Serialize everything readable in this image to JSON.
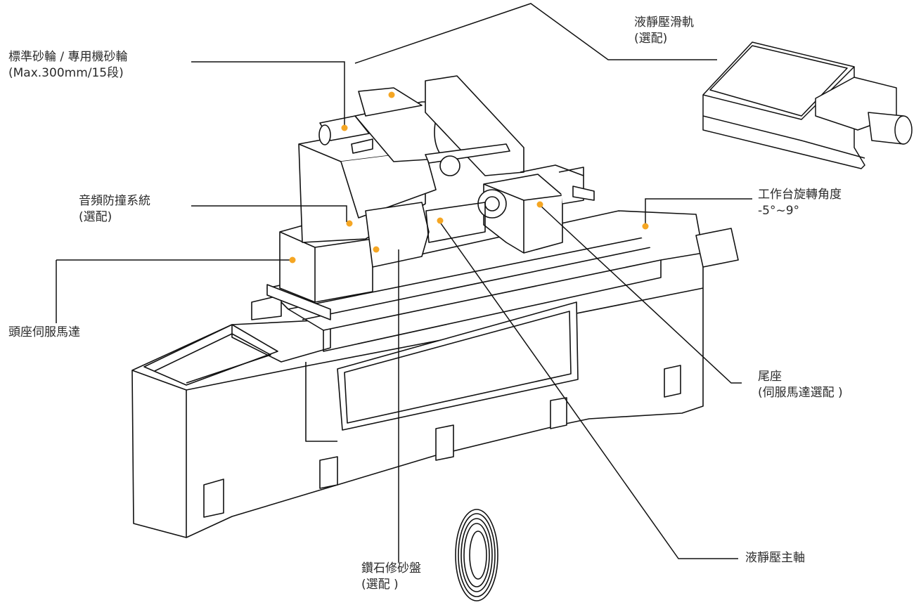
{
  "labels": {
    "hydrostatic_slide": {
      "line1": "液靜壓滑軌",
      "line2": "(選配)"
    },
    "grinding_wheel": {
      "line1": "標準砂輪 / 專用機砂輪",
      "line2": "(Max.300mm/15段)"
    },
    "anti_collision": {
      "line1": "音頻防撞系統",
      "line2": "(選配)"
    },
    "table_rotation": {
      "line1": "工作台旋轉角度",
      "line2": "-5°~9°"
    },
    "headstock_motor": {
      "line1": "頭座伺服馬達"
    },
    "tailstock": {
      "line1": "尾座",
      "line2": "(伺服馬達選配 )"
    },
    "hydrostatic_spindle": {
      "line1": "液靜壓主軸"
    },
    "diamond_dresser": {
      "line1": "鑽石修砂盤",
      "line2": "(選配 )"
    }
  },
  "colors": {
    "callout_dot": "#F5A623",
    "line": "#111111",
    "text": "#2b2b2b"
  }
}
